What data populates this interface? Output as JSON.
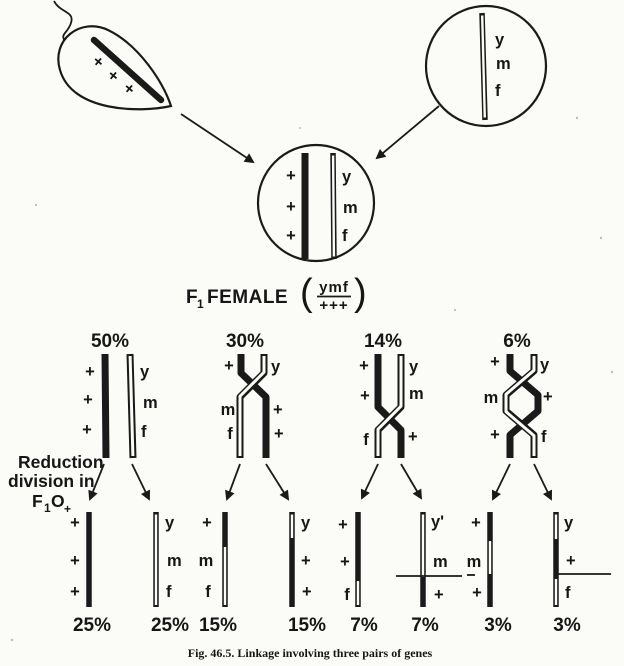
{
  "sperm": {
    "marks": [
      "+",
      "+",
      "+"
    ]
  },
  "egg": {
    "genes": [
      "y",
      "m",
      "f"
    ]
  },
  "zygote": {
    "maternal": [
      "+",
      "+",
      "+"
    ],
    "paternal": [
      "y",
      "m",
      "f"
    ]
  },
  "f1_label": {
    "f": "F",
    "sub": "1",
    "female": "FEMALE",
    "paren_open": "(",
    "numerator": "ymf",
    "denominator": "+++",
    "paren_close": ")"
  },
  "reduction": {
    "line1": "Reduction",
    "line2": "division in",
    "f": "F",
    "sub1": "1",
    "o": "O",
    "subplus": "+"
  },
  "columns": [
    {
      "percent": "50%",
      "left": [
        "+",
        "+",
        "+"
      ],
      "right": [
        "y",
        "m",
        "f"
      ],
      "products": [
        {
          "percent": "25%",
          "labels": [
            "+",
            "+",
            "+"
          ]
        },
        {
          "percent": "25%",
          "labels": [
            "y",
            "m",
            "f"
          ]
        }
      ]
    },
    {
      "percent": "30%",
      "left": [
        "+",
        "m",
        "f"
      ],
      "right": [
        "y",
        "+",
        "+"
      ],
      "products": [
        {
          "percent": "15%",
          "labels": [
            "+",
            "m",
            "f"
          ]
        },
        {
          "percent": "15%",
          "labels": [
            "y",
            "+",
            "+"
          ]
        }
      ]
    },
    {
      "percent": "14%",
      "left": [
        "+",
        "+",
        "f"
      ],
      "right": [
        "y",
        "m",
        "+"
      ],
      "products": [
        {
          "percent": "7%",
          "labels": [
            "+",
            "+",
            "f"
          ]
        },
        {
          "percent": "7%",
          "labels": [
            "y'",
            "m",
            "+"
          ]
        }
      ]
    },
    {
      "percent": "6%",
      "left": [
        "+",
        "m",
        "+"
      ],
      "right": [
        "y",
        "+",
        "f"
      ],
      "products": [
        {
          "percent": "3%",
          "labels": [
            "+",
            "m",
            "+"
          ]
        },
        {
          "percent": "3%",
          "labels": [
            "y",
            "+",
            "f"
          ]
        }
      ]
    }
  ],
  "caption": "Fig. 46.5. Linkage involving three pairs of genes"
}
